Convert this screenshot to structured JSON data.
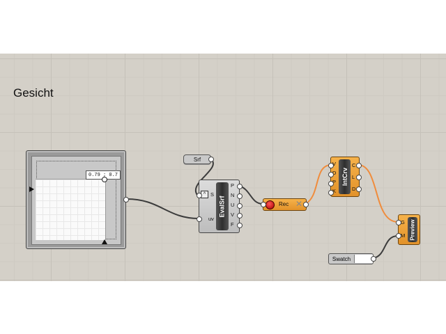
{
  "group": {
    "title": "Gesicht"
  },
  "md_slider": {
    "readout": "0.79 ; 0.7",
    "value_u": 0.79,
    "value_v": 0.7
  },
  "srf_param": {
    "label": "Srf"
  },
  "evalsrf": {
    "title": "EvalSrf",
    "inputs": [
      "S",
      "uv"
    ],
    "outputs": [
      "P",
      "N",
      "U",
      "V",
      "F"
    ]
  },
  "record": {
    "label": "Rec"
  },
  "intcrv": {
    "title": "IntCrv",
    "inputs": [
      "V",
      "D",
      "P",
      "K"
    ],
    "outputs": [
      "C",
      "L",
      "D"
    ]
  },
  "preview": {
    "title": "Preview",
    "inputs": [
      "G",
      "M"
    ]
  },
  "swatch": {
    "label": "Swatch",
    "color": "#ffffff"
  },
  "colors": {
    "canvas": "#d4d0c8",
    "wire_gray": "#3c3c3c",
    "wire_orange": "#f08c3c",
    "component_orange": "#f0a040"
  }
}
